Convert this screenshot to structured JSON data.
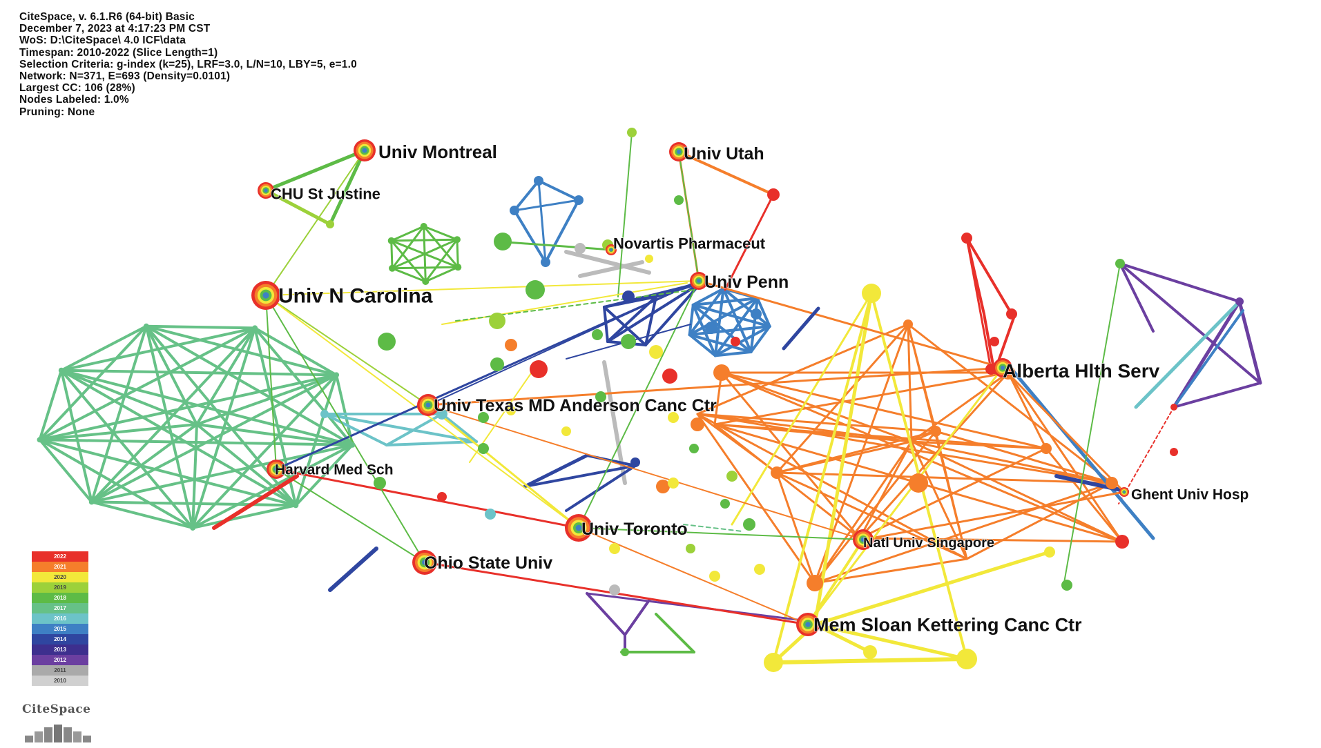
{
  "header_lines": [
    "CiteSpace, v. 6.1.R6 (64-bit) Basic",
    "December 7, 2023 at 4:17:23 PM CST",
    "WoS: D:\\CiteSpace\\ 4.0 ICF\\data",
    "Timespan: 2010-2022 (Slice Length=1)",
    "Selection Criteria: g-index (k=25), LRF=3.0, L/N=10, LBY=5, e=1.0",
    "Network: N=371, E=693 (Density=0.0101)",
    "Largest CC: 106 (28%)",
    "Nodes Labeled: 1.0%",
    "Pruning: None"
  ],
  "legend_years": [
    "2022",
    "2021",
    "2020",
    "2019",
    "2018",
    "2017",
    "2016",
    "2015",
    "2014",
    "2013",
    "2012",
    "2011",
    "2010"
  ],
  "legend_colors": [
    "#e8302a",
    "#f57e2b",
    "#f2e83a",
    "#9cd13a",
    "#5dbb46",
    "#66c187",
    "#6cc3c8",
    "#3e80c4",
    "#2f46a0",
    "#3d2f8e",
    "#6b3fa0",
    "#aaaaaa",
    "#d0d0d0"
  ],
  "logo_text": "CiteSpace",
  "institutions": [
    {
      "name": "Univ Montreal",
      "size": "md"
    },
    {
      "name": "CHU St Justine",
      "size": "sm"
    },
    {
      "name": "Univ Utah",
      "size": "md"
    },
    {
      "name": "Novartis Pharmaceut",
      "size": "sm"
    },
    {
      "name": "Univ Penn",
      "size": "md"
    },
    {
      "name": "Univ N Carolina",
      "size": "lg"
    },
    {
      "name": "Alberta Hlth Serv",
      "size": "lg"
    },
    {
      "name": "Univ Texas MD Anderson Canc Ctr",
      "size": "lg"
    },
    {
      "name": "Harvard Med Sch",
      "size": "sm"
    },
    {
      "name": "Ghent Univ Hosp",
      "size": "sm"
    },
    {
      "name": "Univ Toronto",
      "size": "md"
    },
    {
      "name": "Natl Univ Singapore",
      "size": "sm"
    },
    {
      "name": "Ohio State Univ",
      "size": "md"
    },
    {
      "name": "Mem Sloan Kettering Canc Ctr",
      "size": "lg"
    }
  ]
}
